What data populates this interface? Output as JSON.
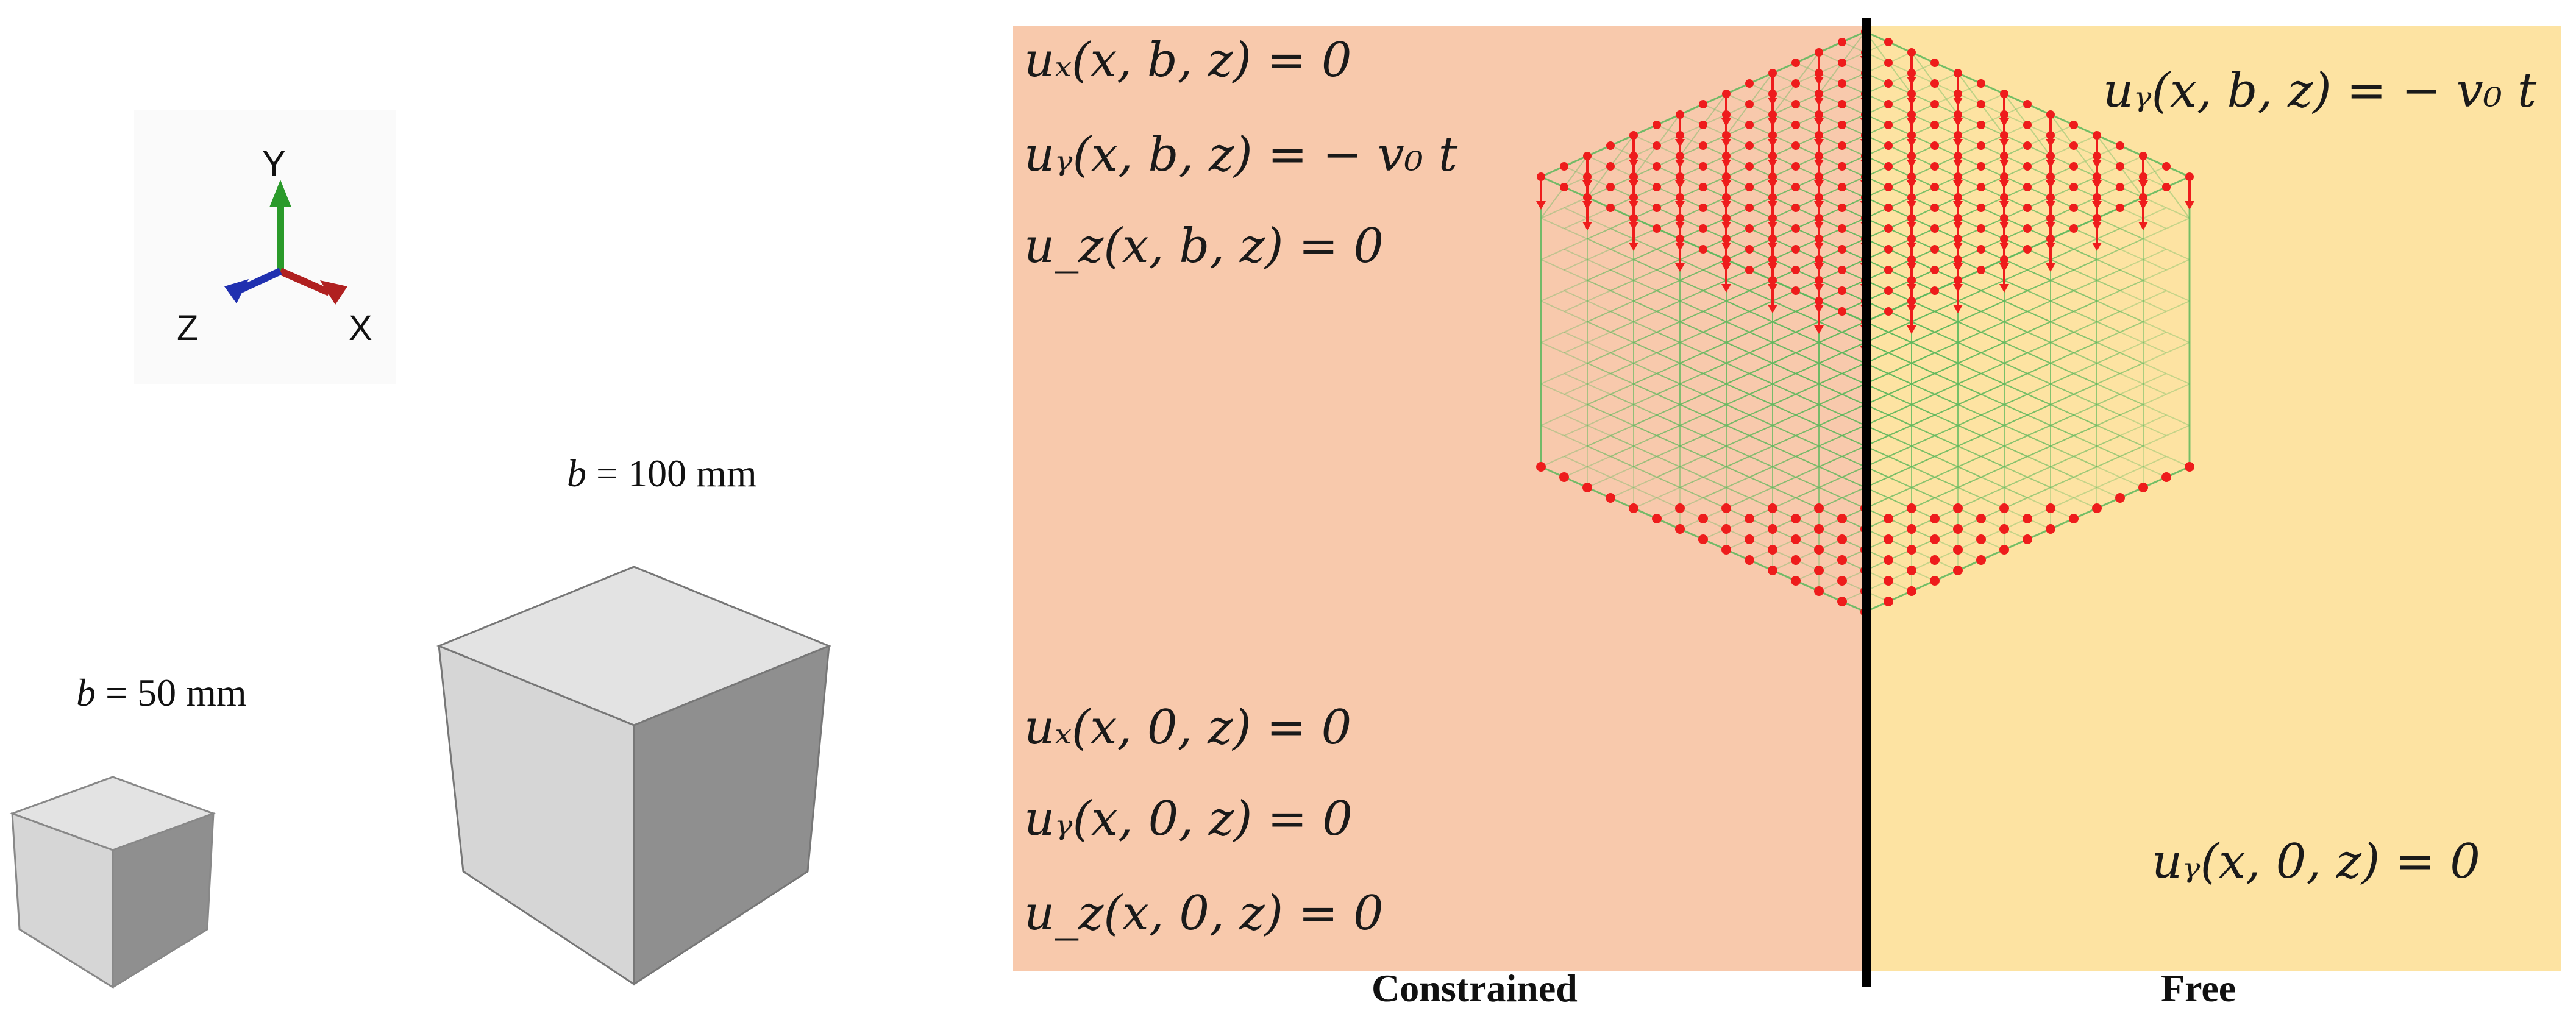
{
  "triad": {
    "y_label": "Y",
    "x_label": "X",
    "z_label": "Z"
  },
  "small_cube": {
    "label_var": "b",
    "label_rest": " = 50 mm"
  },
  "large_cube": {
    "label_var": "b",
    "label_rest": " = 100 mm"
  },
  "panels": {
    "constrained": {
      "label": "Constrained",
      "bg_color": "#f8c9ac",
      "top_conditions": [
        "uₓ(x, b, z) = 0",
        "uᵧ(x, b, z) = − v₀ t",
        "u_z(x, b, z) = 0"
      ],
      "bottom_conditions": [
        "uₓ(x, 0, z) = 0",
        "uᵧ(x, 0, z) = 0",
        "u_z(x, 0, z) = 0"
      ]
    },
    "free": {
      "label": "Free",
      "bg_color": "#fde3a2",
      "top_condition": "uᵧ(x, b, z) = − v₀ t",
      "bottom_condition": "uᵧ(x, 0, z) = 0"
    }
  },
  "colors": {
    "lattice": "#5cb85c",
    "nodes": "#ee1c1c",
    "divider": "#000000",
    "cube_top": "#e3e3e3",
    "cube_left": "#d6d6d6",
    "cube_right": "#8f8f8f"
  }
}
